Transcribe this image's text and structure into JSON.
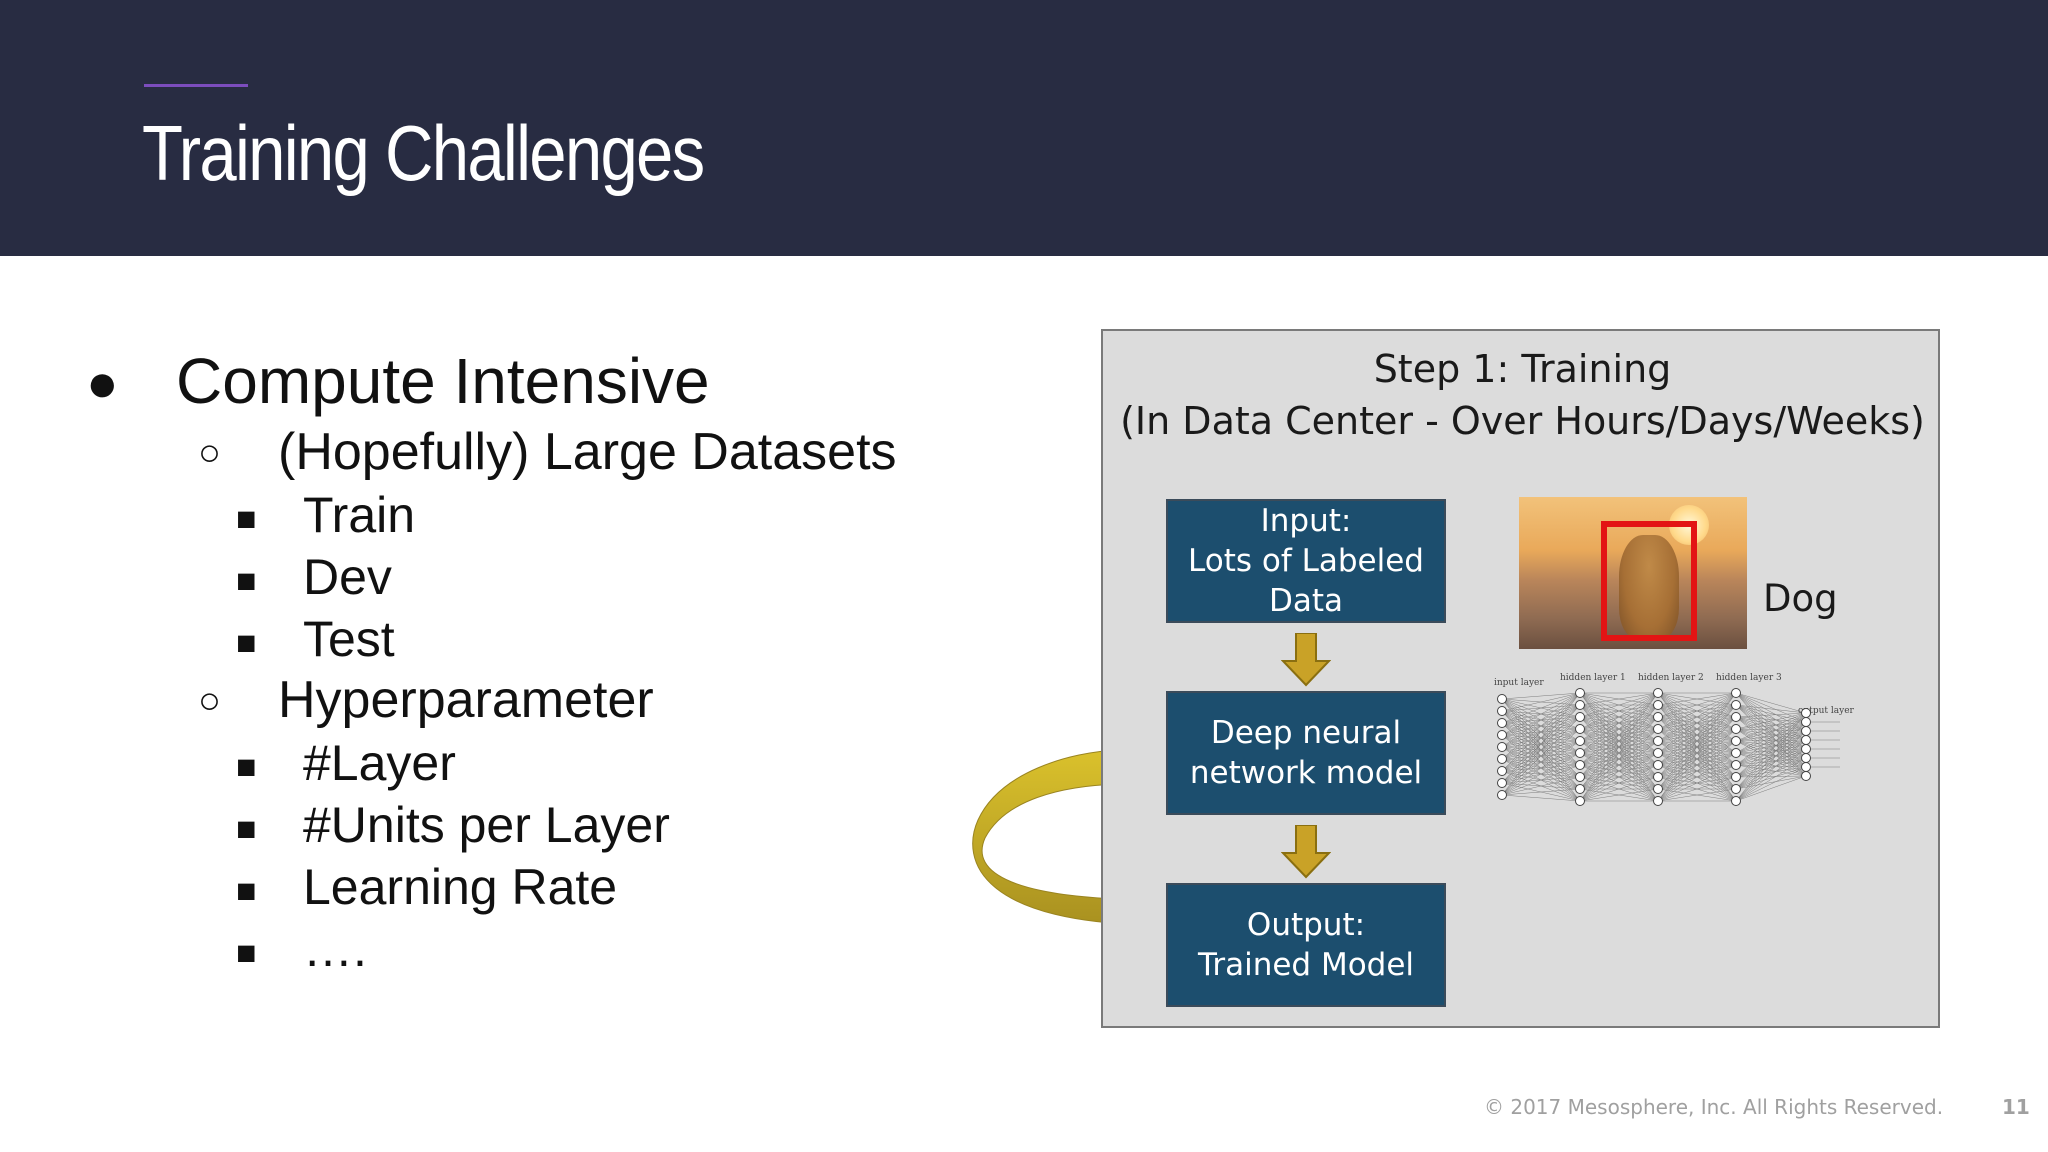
{
  "slide": {
    "title": "Training Challenges"
  },
  "bullets": {
    "l1_marker": "●",
    "l2_marker": "○",
    "l3_marker": "■",
    "items": [
      {
        "level": 1,
        "text": "Compute Intensive"
      },
      {
        "level": 2,
        "text": "(Hopefully) Large Datasets"
      },
      {
        "level": 3,
        "text": "Train"
      },
      {
        "level": 3,
        "text": "Dev"
      },
      {
        "level": 3,
        "text": "Test"
      },
      {
        "level": 2,
        "text": "Hyperparameter"
      },
      {
        "level": 3,
        "text": "#Layer"
      },
      {
        "level": 3,
        "text": "#Units per Layer"
      },
      {
        "level": 3,
        "text": "Learning Rate"
      },
      {
        "level": 3,
        "text": "…."
      }
    ]
  },
  "diagram": {
    "title_line1": "Step 1: Training",
    "title_line2": "(In Data Center - Over Hours/Days/Weeks)",
    "box_input": [
      "Input:",
      "Lots of Labeled",
      "Data"
    ],
    "box_model": [
      "Deep neural",
      "network model"
    ],
    "box_output": [
      "Output:",
      "Trained Model"
    ],
    "image_label": "Dog",
    "nn_labels": {
      "input": "input layer",
      "h1": "hidden layer 1",
      "h2": "hidden layer 2",
      "h3": "hidden layer 3",
      "output": "output layer"
    },
    "colors": {
      "box_fill": "#1c4e6e",
      "arrow_fill": "#c9a227",
      "loop_arrow": "#d4b62a",
      "bbox": "#e31414"
    }
  },
  "footer": {
    "copyright": "© 2017 Mesosphere, Inc. All Rights Reserved.",
    "page_number": "11"
  }
}
